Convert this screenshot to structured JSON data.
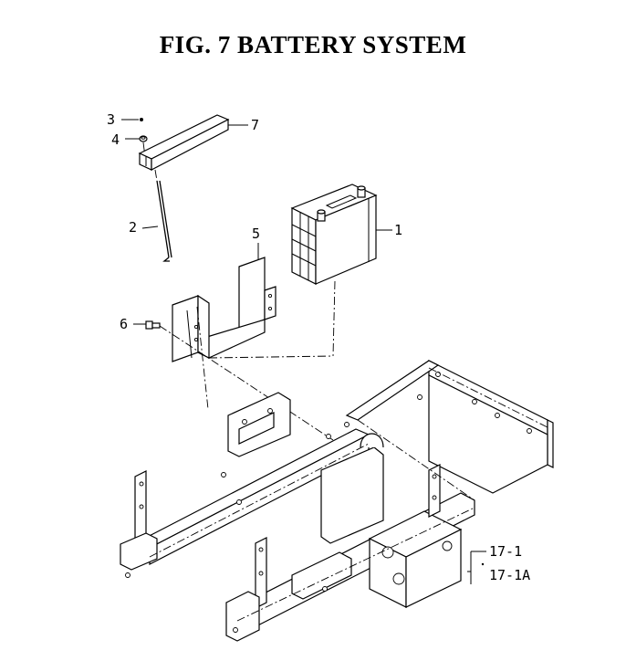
{
  "figure": {
    "title": "FIG.  7  BATTERY SYSTEM"
  },
  "callouts": [
    {
      "id": "1",
      "text": "1"
    },
    {
      "id": "2",
      "text": "2"
    },
    {
      "id": "3",
      "text": "3"
    },
    {
      "id": "4",
      "text": "4"
    },
    {
      "id": "5",
      "text": "5"
    },
    {
      "id": "6",
      "text": "6"
    },
    {
      "id": "7",
      "text": "7"
    },
    {
      "id": "17-1",
      "text": "17-1"
    },
    {
      "id": "17-1A",
      "text": "17-1A"
    }
  ]
}
